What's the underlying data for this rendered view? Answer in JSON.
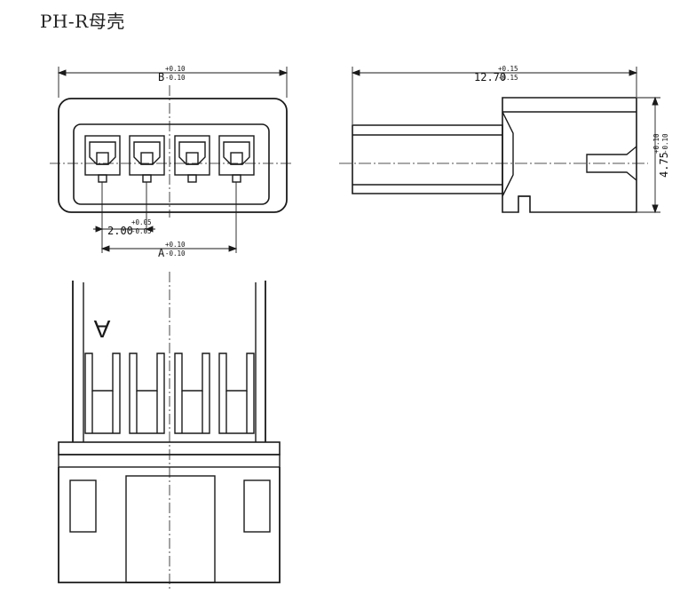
{
  "title": "PH-R母壳",
  "dims": {
    "top_width": {
      "base": "B",
      "tol_plus": "+0.10",
      "tol_minus": "-0.10"
    },
    "length": {
      "base": "12.70",
      "tol_plus": "+0.15",
      "tol_minus": "-0.15"
    },
    "height": {
      "base": "4.75",
      "tol_plus": "+0.10",
      "tol_minus": "-0.10"
    },
    "pitch": {
      "base": "2.00",
      "tol_plus": "+0.05",
      "tol_minus": "-0.05"
    },
    "span": {
      "base": "A",
      "tol_plus": "+0.10",
      "tol_minus": "-0.10"
    }
  },
  "bottom_view_mark": "A",
  "colors": {
    "line": "#1a1a1a"
  }
}
